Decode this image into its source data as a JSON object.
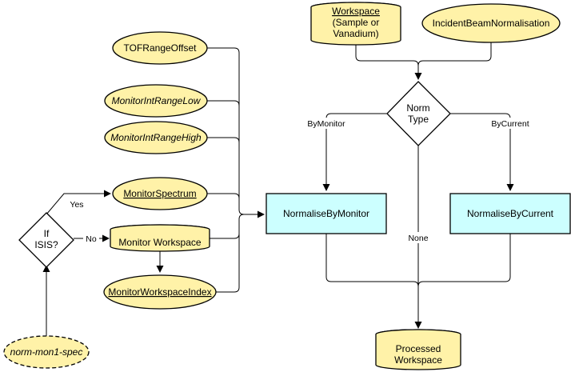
{
  "nodes": {
    "tof_range_offset": "TOFRangeOffset",
    "monitor_int_range_low": "MonitorIntRangeLow",
    "monitor_int_range_high": "MonitorIntRangeHigh",
    "monitor_spectrum": "MonitorSpectrum",
    "monitor_workspace": "Monitor Workspace",
    "monitor_workspace_index": "MonitorWorkspaceIndex",
    "norm_mon1_spec": "norm-mon1-spec",
    "if_isis": [
      "If",
      "ISIS?"
    ],
    "workspace": [
      "Workspace",
      "(Sample or",
      "Vanadium)"
    ],
    "incident_beam_normalisation": "IncidentBeamNormalisation",
    "norm_type": [
      "Norm",
      "Type"
    ],
    "normalise_by_monitor": "NormaliseByMonitor",
    "normalise_by_current": "NormaliseByCurrent",
    "processed_workspace": [
      "Processed",
      "Workspace"
    ]
  },
  "edges": {
    "yes": "Yes",
    "no": "No",
    "by_monitor": "ByMonitor",
    "by_current": "ByCurrent",
    "none": "None"
  },
  "colors": {
    "property_fill": "#fff2a8",
    "workspace_fill": "#fff2a8",
    "algorithm_fill": "#ccffff",
    "decision_fill": "#ffffff",
    "stroke": "#000000"
  }
}
